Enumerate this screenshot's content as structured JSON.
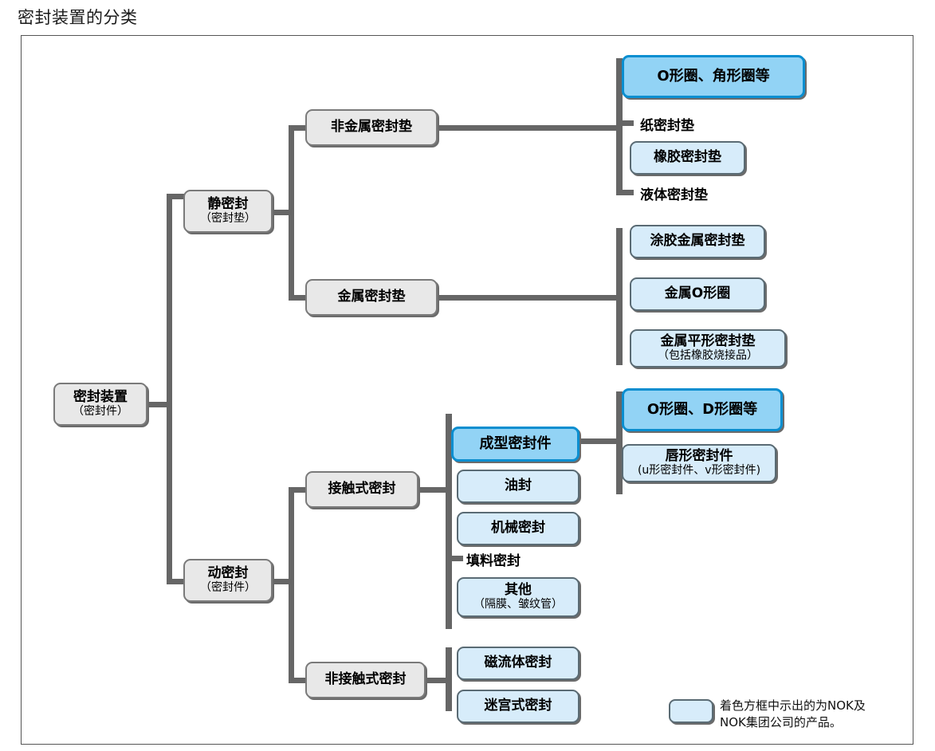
{
  "page": {
    "title": "密封装置的分类"
  },
  "colors": {
    "highlight_fill": "#92d3f5",
    "highlight_border": "#0a8ed0",
    "product_fill": "#d7ecfa",
    "product_border": "#5a6b74",
    "structural_fill": "#e8e8e8",
    "structural_border": "#7a7a7a",
    "line": "#666666",
    "frame": "#555555"
  },
  "legend": {
    "swatch_name": "colored-box-swatch",
    "text": "着色方框中示出的为NOK及\nNOK集团公司的产品。"
  },
  "diagram": {
    "type": "tree",
    "root": {
      "label": "密封装置",
      "sub": "（密封件）",
      "style": "structural"
    },
    "nodes": [
      {
        "id": "root",
        "label": "密封装置",
        "sub": "（密封件）",
        "style": "structural",
        "level": 0
      },
      {
        "id": "static",
        "label": "静密封",
        "sub": "（密封垫）",
        "style": "structural",
        "level": 1,
        "parent": "root"
      },
      {
        "id": "dynamic",
        "label": "动密封",
        "sub": "（密封件）",
        "style": "structural",
        "level": 1,
        "parent": "root"
      },
      {
        "id": "nonmetal",
        "label": "非金属密封垫",
        "sub": "",
        "style": "structural",
        "level": 2,
        "parent": "static"
      },
      {
        "id": "metal",
        "label": "金属密封垫",
        "sub": "",
        "style": "structural",
        "level": 2,
        "parent": "static"
      },
      {
        "id": "contact",
        "label": "接触式密封",
        "sub": "",
        "style": "structural",
        "level": 2,
        "parent": "dynamic"
      },
      {
        "id": "noncontact",
        "label": "非接触式密封",
        "sub": "",
        "style": "structural",
        "level": 2,
        "parent": "dynamic"
      },
      {
        "id": "oring-square",
        "label": "O形圈、角形圈等",
        "sub": "",
        "style": "highlight",
        "level": 3,
        "parent": "nonmetal"
      },
      {
        "id": "paper-gasket",
        "label": "纸密封垫",
        "sub": "",
        "style": "plain",
        "level": 3,
        "parent": "nonmetal"
      },
      {
        "id": "rubber-gasket",
        "label": "橡胶密封垫",
        "sub": "",
        "style": "product",
        "level": 3,
        "parent": "nonmetal"
      },
      {
        "id": "liquid-gasket",
        "label": "液体密封垫",
        "sub": "",
        "style": "plain",
        "level": 3,
        "parent": "nonmetal"
      },
      {
        "id": "coated-metal",
        "label": "涂胶金属密封垫",
        "sub": "",
        "style": "product",
        "level": 3,
        "parent": "metal"
      },
      {
        "id": "metal-oring",
        "label": "金属O形圈",
        "sub": "",
        "style": "product",
        "level": 3,
        "parent": "metal"
      },
      {
        "id": "metal-flat",
        "label": "金属平形密封垫",
        "sub": "（包括橡胶烧接品）",
        "style": "product",
        "level": 3,
        "parent": "metal"
      },
      {
        "id": "molded-seal",
        "label": "成型密封件",
        "sub": "",
        "style": "highlight",
        "level": 3,
        "parent": "contact"
      },
      {
        "id": "oil-seal",
        "label": "油封",
        "sub": "",
        "style": "product",
        "level": 3,
        "parent": "contact"
      },
      {
        "id": "mech-seal",
        "label": "机械密封",
        "sub": "",
        "style": "product",
        "level": 3,
        "parent": "contact"
      },
      {
        "id": "packing-seal",
        "label": "填料密封",
        "sub": "",
        "style": "plain",
        "level": 3,
        "parent": "contact"
      },
      {
        "id": "other-seal",
        "label": "其他",
        "sub": "（隔膜、皱纹管）",
        "style": "product",
        "level": 3,
        "parent": "contact"
      },
      {
        "id": "magnetic-seal",
        "label": "磁流体密封",
        "sub": "",
        "style": "product",
        "level": 3,
        "parent": "noncontact"
      },
      {
        "id": "labyrinth-seal",
        "label": "迷宫式密封",
        "sub": "",
        "style": "product",
        "level": 3,
        "parent": "noncontact"
      },
      {
        "id": "oring-dring",
        "label": "O形圈、D形圈等",
        "sub": "",
        "style": "highlight",
        "level": 4,
        "parent": "molded-seal"
      },
      {
        "id": "lip-seal",
        "label": "唇形密封件",
        "sub": "(u形密封件、v形密封件)",
        "style": "product",
        "level": 4,
        "parent": "molded-seal"
      }
    ]
  }
}
